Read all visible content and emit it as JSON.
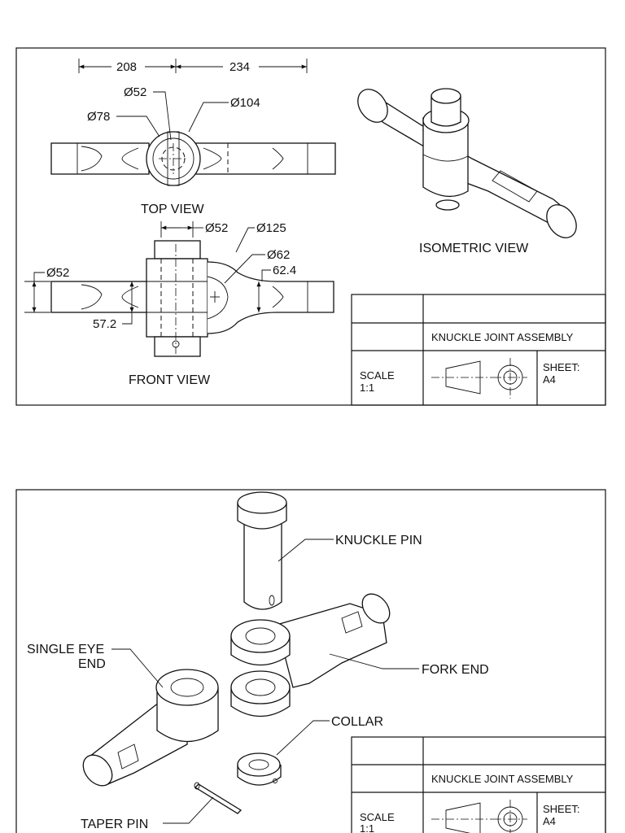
{
  "sheet1": {
    "dims": {
      "d208": "208",
      "d234": "234",
      "phi52_top": "Ø52",
      "phi78": "Ø78",
      "phi104": "Ø104",
      "phi52_front": "Ø52",
      "phi125": "Ø125",
      "phi62": "Ø62",
      "d62_4": "62.4",
      "phi52_left": "Ø52",
      "d57_2": "57.2"
    },
    "views": {
      "top": "TOP VIEW",
      "front": "FRONT VIEW",
      "isometric": "ISOMETRIC VIEW"
    },
    "title_block": {
      "title": "KNUCKLE JOINT ASSEMBLY",
      "scale_label": "SCALE",
      "scale_value": "1:1",
      "sheet_label": "SHEET:",
      "sheet_value": "A4"
    }
  },
  "sheet2": {
    "labels": {
      "knuckle_pin": "KNUCKLE PIN",
      "single_eye_1": "SINGLE EYE",
      "single_eye_2": "END",
      "fork_end": "FORK END",
      "collar": "COLLAR",
      "taper_pin": "TAPER PIN"
    },
    "title_block": {
      "title": "KNUCKLE JOINT ASSEMBLY",
      "scale_label": "SCALE",
      "scale_value": "1:1",
      "sheet_label": "SHEET:",
      "sheet_value": "A4"
    }
  }
}
